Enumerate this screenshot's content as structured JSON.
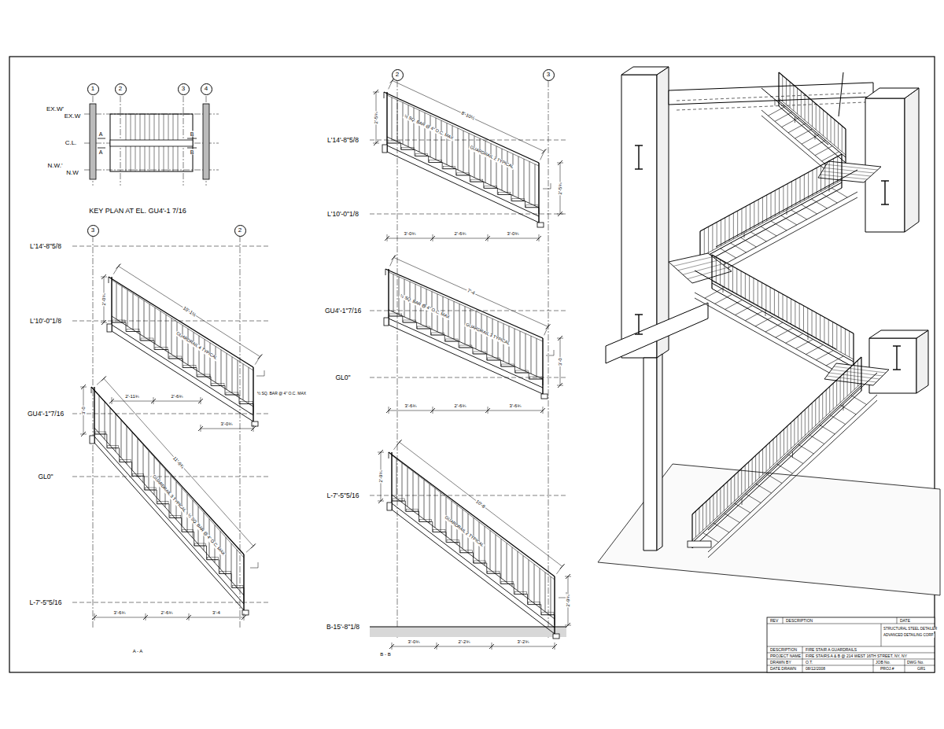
{
  "diagram": {
    "nodes": [
      {
        "text": [
          "1"
        ]
      },
      {
        "text": [
          "2"
        ]
      },
      {
        "text": [
          "3"
        ]
      },
      {
        "text": [
          "4"
        ]
      },
      {
        "text": [
          "3"
        ]
      },
      {
        "text": [
          "2"
        ]
      },
      {
        "text": [
          "2"
        ]
      },
      {
        "text": [
          "3"
        ]
      }
    ],
    "labels": [
      "EX.W'",
      "EX.W",
      "C.L.",
      "N.W.'",
      "N.W",
      "A",
      "A",
      "B",
      "B",
      "KEY PLAN AT EL. GU4'-1 7/16",
      "L'14'-8\"5/8",
      "L'10'-0\"1/8",
      "GU4'-1\"7/16",
      "GL0\"",
      "L-7'-5\"5/16",
      "L'14'-8\"5/8",
      "L'10'-0\"1/8",
      "GU4'-1\"7/16",
      "GL0\"",
      "L-7'-5\"5/16",
      "B-15'-8\"1/8",
      "A - A",
      "B - B",
      "2'-11¾",
      "2'-6¾",
      "3'-0¾",
      "3'-6¾",
      "2'-6¾",
      "3'-4",
      "10'-1½",
      "11'-9¾",
      "2'-0¾",
      "3'-0",
      "GUARDRAIL 4 TYPICAL",
      "½ SQ. BAR @ 4\" O.C. MAX",
      "GUARDRAIL 3 TYPICAL",
      "½ SQ. BAR @ 4\" O.C. MAX",
      "3'-0¾",
      "2'-6¾",
      "3'-0¾",
      "8'-10½",
      "2'-5¾",
      "2'-5¾",
      "3'-6¾",
      "2'-6¾",
      "3'-6¾",
      "7'-4",
      "3'-0",
      "3'-0¾",
      "2'-2¾",
      "3'-2¾",
      "10'-8",
      "2'-9¾",
      "2'-9¾",
      "½ SQ. BAR @ 4\" O.C. MAX",
      "GUARDRAIL 2 TYPICAL",
      "GUARDRAIL 3 TYPICAL",
      "½ SQ. BAR @ 4\" O.C. MAX",
      "GUARDRAIL 2 TYPICAL",
      "REV",
      "DESCRIPTION",
      "DATE",
      "STRUCTURAL STEEL DETAILER",
      "ADVANCED DETAILING CORP.",
      "DESCRIPTION",
      "FIRE STAIR A GUARDRAILS",
      "PROJECT NAME",
      "FIRE STAIRS A & B @ 214 WEST 16TH STREET, NY, NY",
      "DRAWN BY",
      "O.T.",
      "JOB No.",
      "DWG No.",
      "DATE DRAWN",
      "08/12/2008",
      "PROJ.#",
      "GR1"
    ]
  }
}
